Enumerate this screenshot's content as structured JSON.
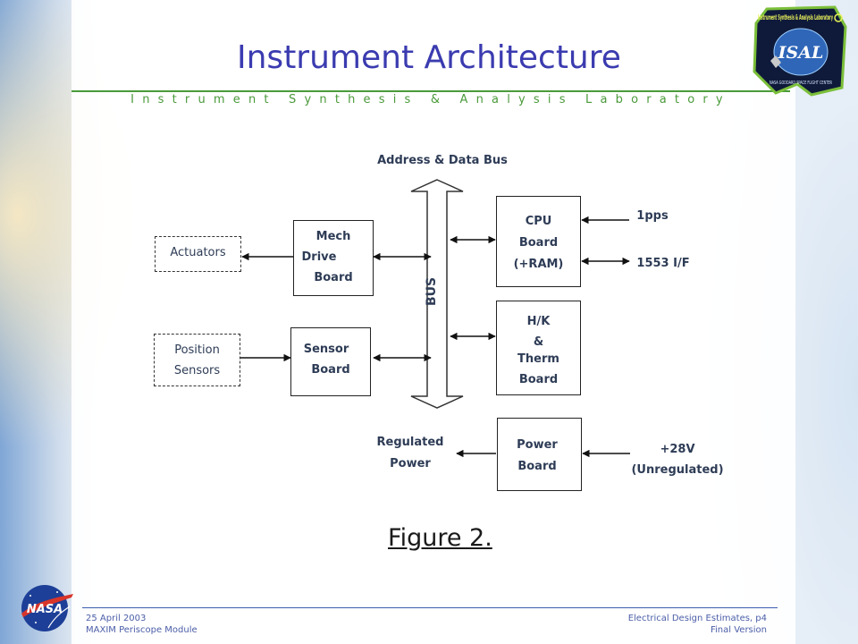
{
  "slide": {
    "title": "Instrument Architecture",
    "subtitle": "Instrument Synthesis & Analysis Laboratory"
  },
  "logos": {
    "isal": {
      "ring_text": "Instrument Synthesis & Analysis Laboratory",
      "center_text": "ISAL",
      "lower_text": "NASA GODDARD SPACE FLIGHT CENTER"
    },
    "nasa": {
      "text": "NASA"
    }
  },
  "diagram": {
    "bus_header": "Address & Data Bus",
    "bus_label": "BUS",
    "actuators": "Actuators",
    "position_sensors": [
      "Position",
      "Sensors"
    ],
    "mech_drive_board": [
      "Mech",
      "Drive",
      "Board"
    ],
    "sensor_board": [
      "Sensor",
      "Board"
    ],
    "cpu_board": [
      "CPU",
      "Board",
      "(+RAM)"
    ],
    "hk_therm_board": [
      "H/K",
      "&",
      "Therm",
      "Board"
    ],
    "power_board": [
      "Power",
      "Board"
    ],
    "pps": "1pps",
    "interface_1553": "1553 I/F",
    "regulated_power": [
      "Regulated",
      "Power"
    ],
    "input_power": [
      "+28V",
      "(Unregulated)"
    ]
  },
  "figure_caption": "Figure 2.",
  "footer": {
    "date": "25 April 2003",
    "project": "MAXIM Periscope Module",
    "section": "Electrical Design Estimates, p4",
    "version": "Final Version"
  }
}
